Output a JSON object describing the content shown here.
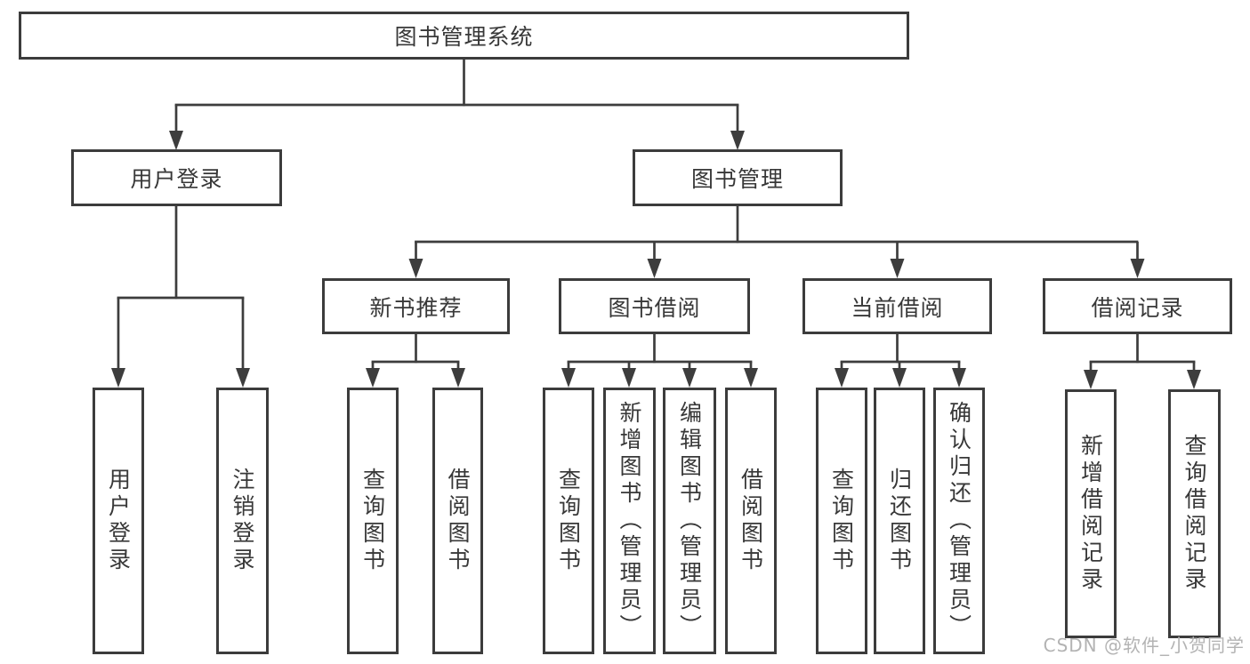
{
  "colors": {
    "line": "#3d3d3d",
    "box_border": "#3c3c3c",
    "box_background": "#ffffff",
    "text": "#383838",
    "watermark": "#b3b3b3"
  },
  "tree": {
    "root": {
      "label": "图书管理系统"
    },
    "branches": [
      {
        "label": "用户登录",
        "children": [
          {
            "label": "用户登录"
          },
          {
            "label": "注销登录"
          }
        ]
      },
      {
        "label": "图书管理",
        "children": [
          {
            "label": "新书推荐",
            "children": [
              {
                "label": "查询图书"
              },
              {
                "label": "借阅图书"
              }
            ]
          },
          {
            "label": "图书借阅",
            "children": [
              {
                "label": "查询图书"
              },
              {
                "label": "新增图书（管理员）"
              },
              {
                "label": "编辑图书（管理员）"
              },
              {
                "label": "借阅图书"
              }
            ]
          },
          {
            "label": "当前借阅",
            "children": [
              {
                "label": "查询图书"
              },
              {
                "label": "归还图书"
              },
              {
                "label": "确认归还（管理员）"
              }
            ]
          },
          {
            "label": "借阅记录",
            "children": [
              {
                "label": "新增借阅记录"
              },
              {
                "label": "查询借阅记录"
              }
            ]
          }
        ]
      }
    ]
  },
  "watermark": {
    "text": "CSDN @软件_小贺同学"
  }
}
